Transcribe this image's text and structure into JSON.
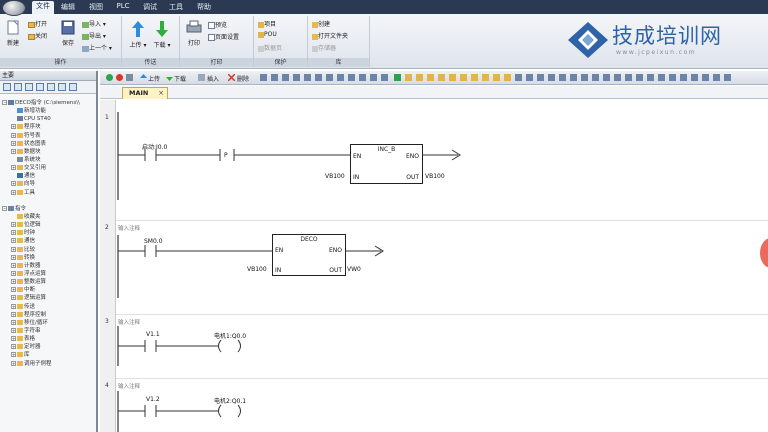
{
  "menu": {
    "items": [
      {
        "label": "文件",
        "active": true
      },
      {
        "label": "编辑",
        "active": false
      },
      {
        "label": "视图",
        "active": false
      },
      {
        "label": "PLC",
        "active": false
      },
      {
        "label": "调试",
        "active": false
      },
      {
        "label": "工具",
        "active": false
      },
      {
        "label": "帮助",
        "active": false
      }
    ]
  },
  "ribbon": {
    "groups": [
      {
        "title": "操作",
        "buttons": [
          "新建",
          "打开",
          "关闭",
          "保存",
          "导入",
          "导出",
          "上一个"
        ]
      },
      {
        "title": "传送",
        "buttons": [
          "上传",
          "下载"
        ]
      },
      {
        "title": "打印",
        "buttons": [
          "打印",
          "预览",
          "页面设置"
        ]
      },
      {
        "title": "保护",
        "buttons": [
          "项目",
          "POU",
          "数据页"
        ]
      },
      {
        "title": "库",
        "buttons": [
          "创建",
          "打开文件夹",
          "存储器"
        ]
      }
    ]
  },
  "logo": {
    "text": "技成培训网",
    "url": "www.jcpeixun.com"
  },
  "leftpane": {
    "title": "主要",
    "tree": [
      {
        "label": "DECO指令 (C:\\siemens\\\\",
        "level": 0,
        "expander": "⊟",
        "icon": "project-icon"
      },
      {
        "label": "新增功能",
        "level": 1,
        "expander": "",
        "icon": "info-icon"
      },
      {
        "label": "CPU ST40",
        "level": 1,
        "expander": "",
        "icon": "cpu-icon"
      },
      {
        "label": "程序块",
        "level": 1,
        "expander": "⊞",
        "icon": "folder-icon"
      },
      {
        "label": "符号表",
        "level": 1,
        "expander": "⊞",
        "icon": "folder-icon"
      },
      {
        "label": "状态图表",
        "level": 1,
        "expander": "⊞",
        "icon": "folder-icon"
      },
      {
        "label": "数据块",
        "level": 1,
        "expander": "⊞",
        "icon": "folder-icon"
      },
      {
        "label": "系统块",
        "level": 1,
        "expander": "",
        "icon": "block-icon"
      },
      {
        "label": "交叉引用",
        "level": 1,
        "expander": "⊞",
        "icon": "folder-icon"
      },
      {
        "label": "通信",
        "level": 1,
        "expander": "",
        "icon": "comm-icon"
      },
      {
        "label": "向导",
        "level": 1,
        "expander": "⊞",
        "icon": "folder-icon"
      },
      {
        "label": "工具",
        "level": 1,
        "expander": "⊞",
        "icon": "folder-icon"
      },
      {
        "label": "",
        "level": 0,
        "expander": "",
        "icon": ""
      },
      {
        "label": "指令",
        "level": 0,
        "expander": "⊟",
        "icon": "instr-icon"
      },
      {
        "label": "收藏夹",
        "level": 1,
        "expander": "",
        "icon": "folder-icon"
      },
      {
        "label": "位逻辑",
        "level": 1,
        "expander": "⊞",
        "icon": "folder-icon"
      },
      {
        "label": "时钟",
        "level": 1,
        "expander": "⊞",
        "icon": "folder-icon"
      },
      {
        "label": "通信",
        "level": 1,
        "expander": "⊞",
        "icon": "folder-icon"
      },
      {
        "label": "比较",
        "level": 1,
        "expander": "⊞",
        "icon": "folder-icon"
      },
      {
        "label": "转换",
        "level": 1,
        "expander": "⊞",
        "icon": "folder-icon"
      },
      {
        "label": "计数器",
        "level": 1,
        "expander": "⊞",
        "icon": "folder-icon"
      },
      {
        "label": "浮点运算",
        "level": 1,
        "expander": "⊞",
        "icon": "folder-icon"
      },
      {
        "label": "整数运算",
        "level": 1,
        "expander": "⊞",
        "icon": "folder-icon"
      },
      {
        "label": "中断",
        "level": 1,
        "expander": "⊞",
        "icon": "folder-icon"
      },
      {
        "label": "逻辑运算",
        "level": 1,
        "expander": "⊞",
        "icon": "folder-icon"
      },
      {
        "label": "传送",
        "level": 1,
        "expander": "⊞",
        "icon": "folder-icon"
      },
      {
        "label": "程序控制",
        "level": 1,
        "expander": "⊞",
        "icon": "folder-icon"
      },
      {
        "label": "移位/循环",
        "level": 1,
        "expander": "⊞",
        "icon": "folder-icon"
      },
      {
        "label": "字符串",
        "level": 1,
        "expander": "⊞",
        "icon": "folder-icon"
      },
      {
        "label": "表格",
        "level": 1,
        "expander": "⊞",
        "icon": "folder-icon"
      },
      {
        "label": "定时器",
        "level": 1,
        "expander": "⊞",
        "icon": "folder-icon"
      },
      {
        "label": "库",
        "level": 1,
        "expander": "⊞",
        "icon": "folder-icon"
      },
      {
        "label": "调用子例程",
        "level": 1,
        "expander": "⊞",
        "icon": "folder-icon"
      }
    ]
  },
  "toolbar": {
    "upload": "上传",
    "download": "下载",
    "insert": "插入",
    "delete": "删除"
  },
  "tab": {
    "label": "MAIN",
    "close": "×"
  },
  "networks": [
    {
      "num": "1",
      "comment": "",
      "contact": "启动:I0.0",
      "coil": "P",
      "box": "INC_B",
      "en": "EN",
      "eno": "ENO",
      "in_label": "IN",
      "out_label": "OUT",
      "in_val": "VB100",
      "out_val": "VB100"
    },
    {
      "num": "2",
      "comment": "输入注释",
      "contact": "SM0.0",
      "box": "DECO",
      "en": "EN",
      "eno": "ENO",
      "in_label": "IN",
      "out_label": "OUT",
      "in_val": "VB100",
      "out_val": "VW0"
    },
    {
      "num": "3",
      "comment": "输入注释",
      "contact": "V1.1",
      "coil": "电机1:Q0.0"
    },
    {
      "num": "4",
      "comment": "输入注释",
      "contact": "V1.2",
      "coil": "电机2:Q0.1"
    }
  ]
}
